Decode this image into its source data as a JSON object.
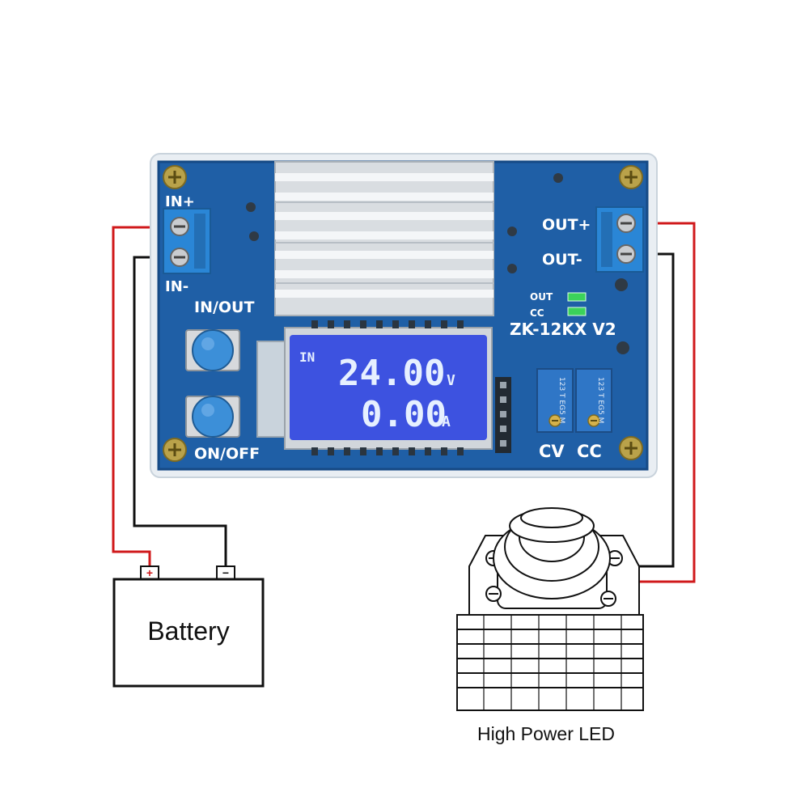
{
  "board": {
    "model": "ZK-12KX V2",
    "labels": {
      "in_plus": "IN+",
      "in_minus": "IN-",
      "out_plus": "OUT+",
      "out_minus": "OUT-",
      "in_out_button": "IN/OUT",
      "on_off_button": "ON/OFF",
      "led_out": "OUT",
      "led_cc": "CC",
      "pot_cv": "CV",
      "pot_cc": "CC"
    },
    "lcd": {
      "mode": "IN",
      "voltage": "24.00",
      "voltage_unit": "V",
      "current": "0.00",
      "current_unit": "A"
    },
    "pot_marking": "123 T EG5 M"
  },
  "battery": {
    "label": "Battery",
    "plus": "+",
    "minus": "−"
  },
  "led": {
    "label": "High Power LED"
  },
  "colors": {
    "pcb": "#1f5fa6",
    "wire_positive": "#d0191b",
    "wire_negative": "#111111",
    "terminal": "#2a86d6",
    "button": "#3c8fd8",
    "lcd_background": "#3d52e0",
    "status_led": "#3bd25a"
  }
}
